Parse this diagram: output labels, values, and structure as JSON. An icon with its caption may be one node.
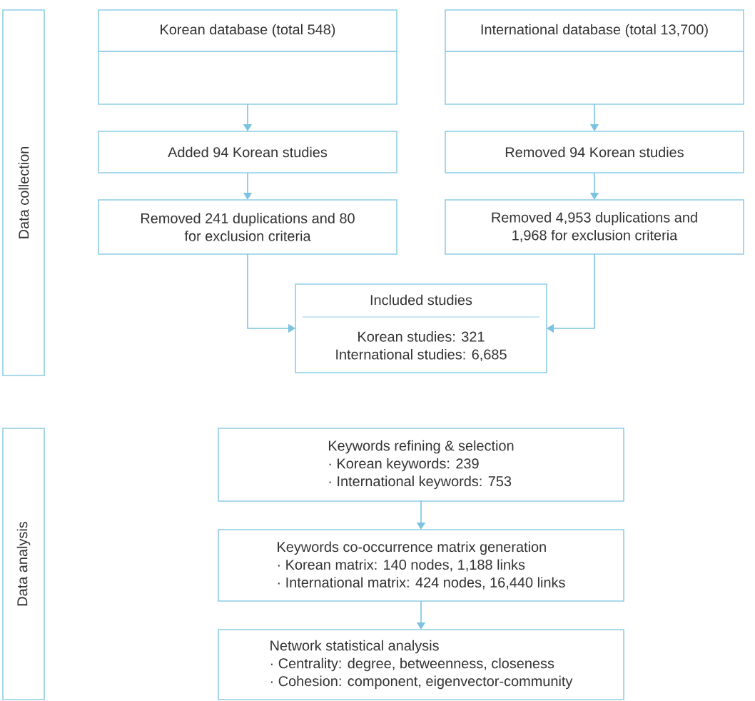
{
  "diagram": {
    "nodes": [
      {
        "text": [
          "Data collection"
        ]
      },
      {
        "text": [
          "Korean database (total 548)"
        ]
      },
      {
        "text": [],
        "shape": "box"
      },
      {
        "text": [
          "International database (total 13,700)"
        ]
      },
      {
        "text": [],
        "shape": "box"
      },
      {
        "text": [
          "Added 94 Korean studies"
        ]
      },
      {
        "text": [
          "Removed 94 Korean studies"
        ]
      },
      {
        "text": [
          "Removed 241 duplications and 80 for exclusion criteria"
        ]
      },
      {
        "text": [
          "Removed 4,953 duplications and 1,968 for exclusion criteria"
        ]
      },
      {
        "text": [
          "Included studies",
          "Korean studies: 321",
          "International studies: 6,685"
        ]
      },
      {
        "text": [
          "Data analysis"
        ]
      },
      {
        "text": [
          "Keywords refining & selection",
          "· Korean keywords: 239",
          "· International keywords: 753"
        ]
      },
      {
        "text": [
          "Keywords co-occurrence matrix generation",
          "· Korean matrix: 140 nodes, 1,188 links",
          "· International matrix: 424 nodes, 16,440 links"
        ]
      },
      {
        "text": [
          "Network statistical analysis",
          "· Centrality: degree, betweenness, closeness",
          "· Cohesion: component, eigenvector-community"
        ]
      }
    ],
    "edges": [
      {
        "from": 2,
        "to": 5,
        "arrow": "to"
      },
      {
        "from": 4,
        "to": 6,
        "arrow": "to"
      },
      {
        "from": 5,
        "to": 7,
        "arrow": "to"
      },
      {
        "from": 6,
        "to": 8,
        "arrow": "to"
      },
      {
        "from": 7,
        "to": 9,
        "arrow": "to"
      },
      {
        "from": 8,
        "to": 9,
        "arrow": "to"
      },
      {
        "from": 11,
        "to": 12,
        "arrow": "to"
      },
      {
        "from": 12,
        "to": 13,
        "arrow": "to"
      }
    ]
  }
}
